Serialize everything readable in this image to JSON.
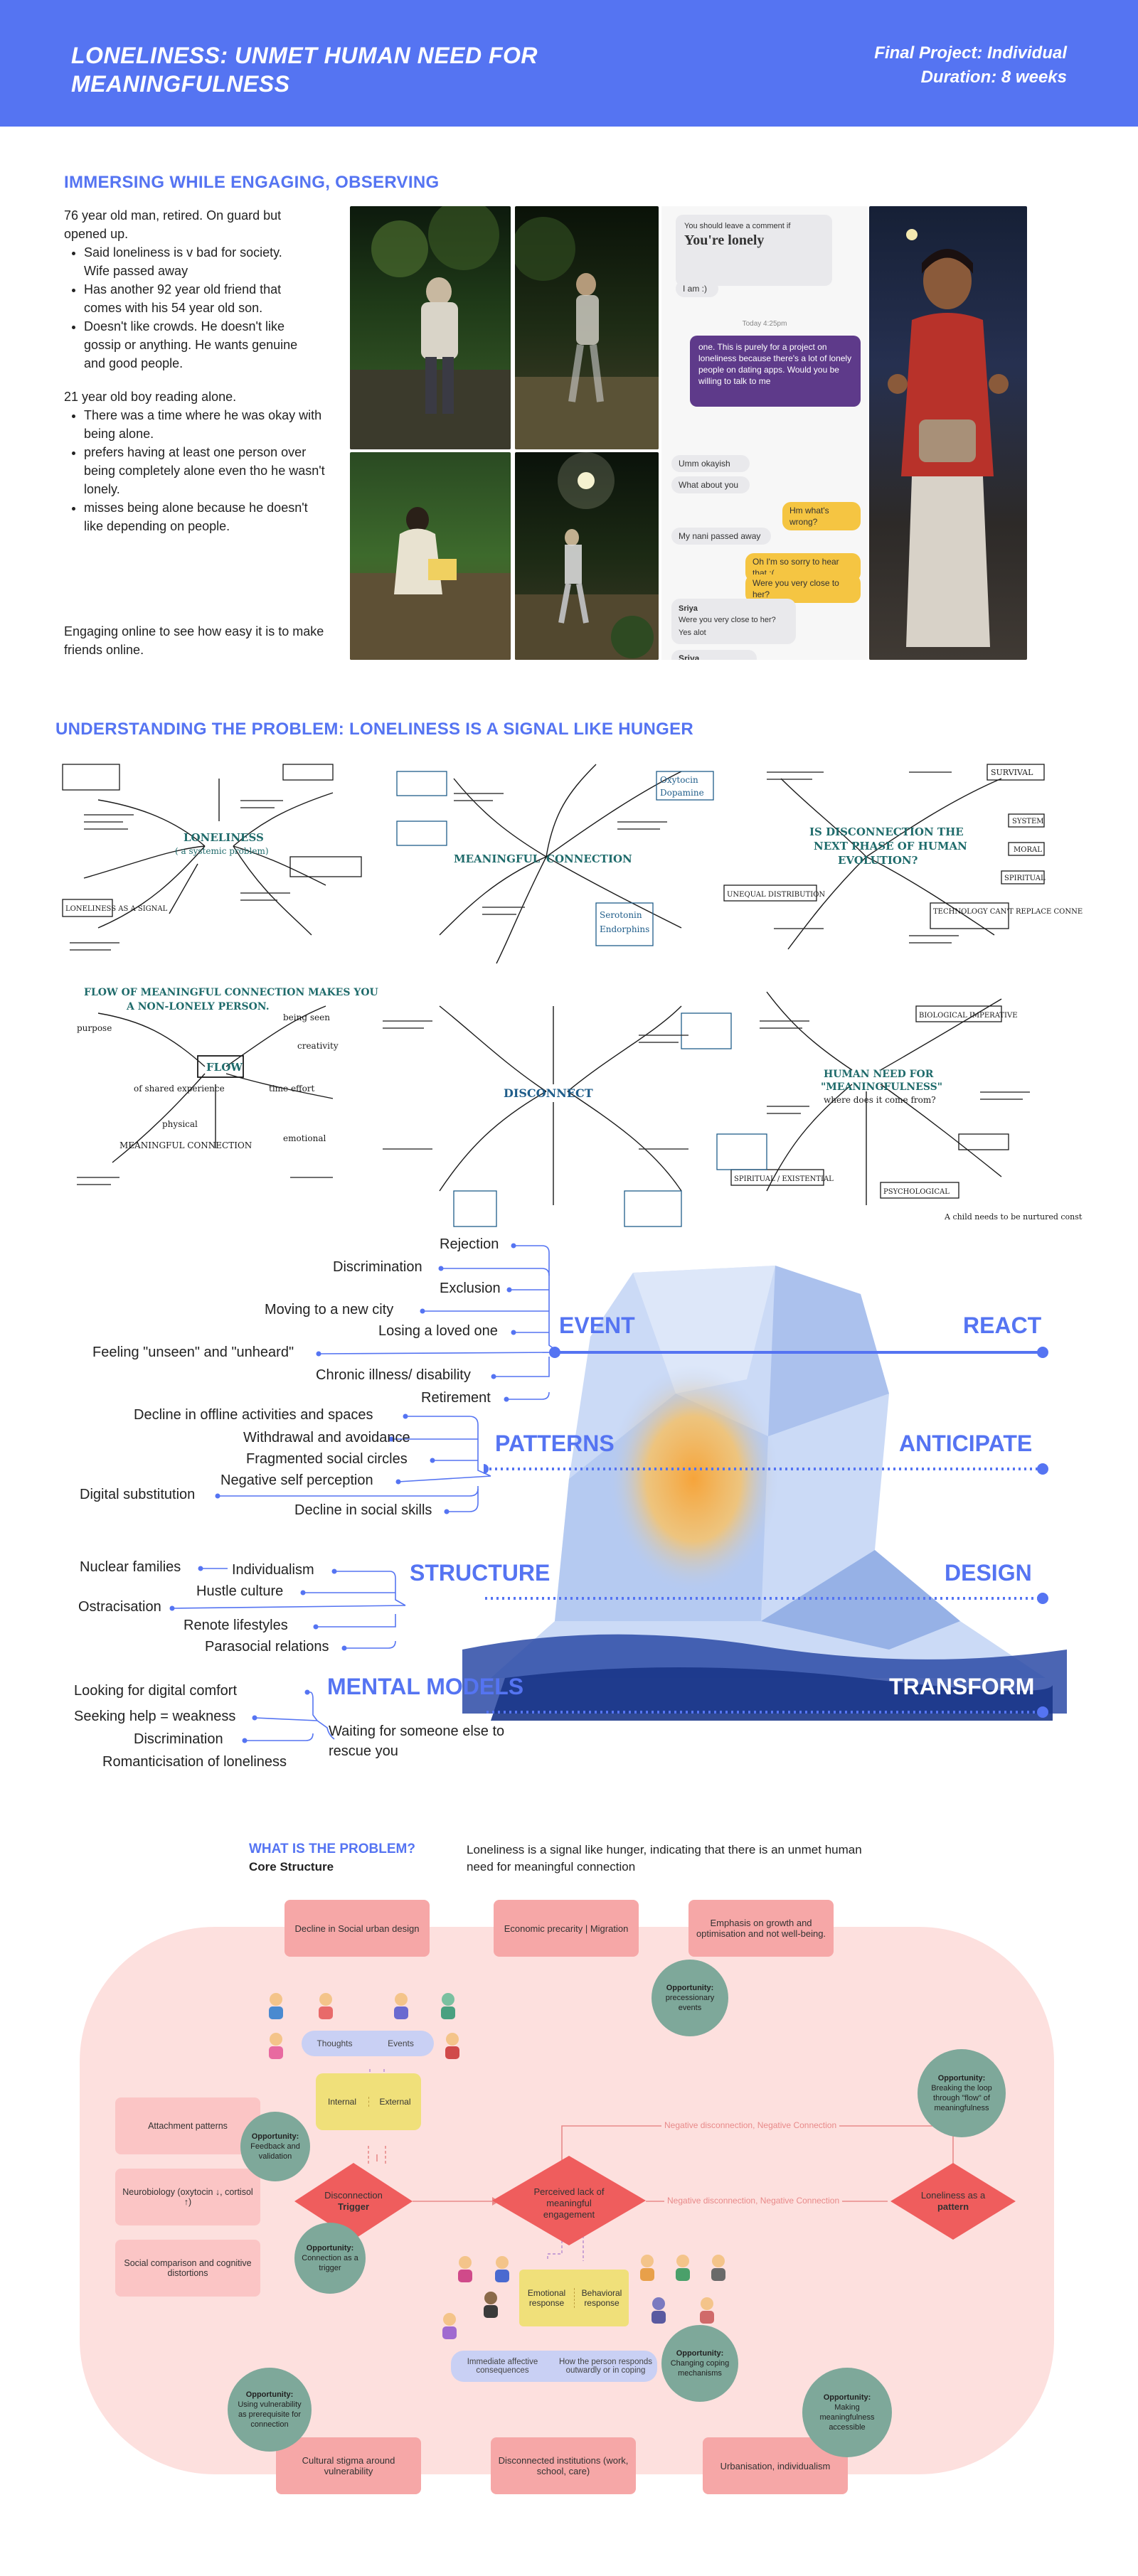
{
  "header": {
    "title": "LONELINESS: UNMET HUMAN NEED FOR MEANINGFULNESS",
    "meta_line1": "Final Project:  Individual",
    "meta_line2": "Duration: 8 weeks"
  },
  "section1": {
    "title": "IMMERSING WHILE ENGAGING, OBSERVING",
    "note1_intro": "76 year old man, retired. On guard but opened up.",
    "note1_bullets": [
      "Said loneliness is v bad for society. Wife passed away",
      "Has another 92 year old friend that comes with his 54 year old son.",
      "Doesn't like crowds. He doesn't like gossip or anything. He wants genuine and good people."
    ],
    "note2_intro": "21 year old boy reading alone.",
    "note2_bullets": [
      "There was a time where he was okay with being alone.",
      "prefers having at least one person over being completely alone even tho he wasn't lonely.",
      "misses being alone because he doesn't like depending on people."
    ],
    "note3": "Engaging online to see how easy it is to make friends online.",
    "chat": {
      "prompt_small": "You should leave a comment if",
      "prompt_big": "You're lonely",
      "reply1": "I am :)",
      "time": "Today 4:25pm",
      "purple": "one. This is purely for a project on loneliness because there's a lot of lonely people on dating apps. Would you be willing to talk to me",
      "m1": "Umm okayish",
      "m2": "What about you",
      "m3": "Hm what's wrong?",
      "m4": "My nani passed away",
      "m5": "Oh I'm so sorry to hear that :(",
      "m6": "Were you very close to her?",
      "m7_name": "Sriya",
      "m7": "Were you very close to her?",
      "m8": "Yes alot",
      "m9_name": "Sriya"
    }
  },
  "section2": {
    "title": "UNDERSTANDING THE PROBLEM: LONELINESS IS A SIGNAL LIKE HUNGER",
    "mm": {
      "loneliness": "LONELINESS",
      "loneliness_sub": "( a systemic problem)",
      "meaningful": "MEANINGFUL",
      "connection": "CONNECTION",
      "disconnection_q1": "IS DISCONNECTION THE",
      "disconnection_q2": "NEXT PHASE OF HUMAN",
      "disconnection_q3": "EVOLUTION?",
      "flow_heading1": "FLOW OF MEANINGFUL CONNECTION MAKES YOU",
      "flow_heading2": "A NON-LONELY PERSON.",
      "flow": "FLOW",
      "disconnect": "DISCONNECT",
      "human_need1": "HUMAN NEED FOR",
      "human_need2": "\"MEANINGFULNESS\"",
      "human_need3": "where does it come from?",
      "survival": "SURVIVAL",
      "system": "SYSTEM",
      "moral": "MORAL",
      "spiritual": "SPIRITUAL",
      "dopamine": "Dopamine",
      "oxytocin": "Oxytocin",
      "serotonin": "Serotonin",
      "endorphins": "Endorphins",
      "meaningful_connection": "MEANINGFUL CONNECTION",
      "purpose": "purpose",
      "being_seen": "being seen",
      "creativity": "creativity",
      "physical": "physical",
      "emotional": "emotional",
      "signal": "LONELINESS AS A SIGNAL",
      "unequal": "UNEQUAL DISTRIBUTION",
      "tech": "TECHNOLOGY CAN'T REPLACE CONNECTION",
      "bio": "BIOLOGICAL IMPERATIVE",
      "psych": "PSYCHOLOGICAL",
      "spiritual_ex": "SPIRITUAL / EXISTENTIAL",
      "a_child": "A child needs to be nurtured constantly to develop healthily",
      "flow_of_time": "time effort",
      "shared_exp": "of shared experience"
    }
  },
  "section3": {
    "levels": {
      "event": "EVENT",
      "react": "REACT",
      "patterns": "PATTERNS",
      "anticipate": "ANTICIPATE",
      "structure": "STRUCTURE",
      "design": "DESIGN",
      "mental": "MENTAL MODELS",
      "transform": "TRANSFORM"
    },
    "event_items": [
      "Rejection",
      "Discrimination",
      "Exclusion",
      "Moving to a new city",
      "Losing a loved one",
      "Feeling \"unseen\" and \"unheard\"",
      "Chronic illness/ disability",
      "Retirement"
    ],
    "pattern_items": [
      "Decline in offline activities and spaces",
      "Withdrawal and avoidance",
      "Fragmented social circles",
      "Negative self perception",
      "Digital substitution",
      "Decline in social skills"
    ],
    "structure_items": [
      "Nuclear families",
      "Individualism",
      "Hustle culture",
      "Ostracisation",
      "Renote lifestyles",
      "Parasocial relations"
    ],
    "mental_items": [
      "Looking for digital comfort",
      "Seeking help = weakness",
      "Discrimination",
      "Romanticisation of loneliness",
      "Waiting for someone else to rescue you"
    ]
  },
  "section4": {
    "title": "WHAT IS THE PROBLEM?",
    "subtitle": "Core Structure",
    "description": "Loneliness is a signal like hunger, indicating that there is an unmet human need for meaningful connection",
    "top_boxes": [
      "Decline in Social urban design",
      "Economic precarity | Migration",
      "Emphasis on growth and optimisation and not well-being."
    ],
    "bottom_boxes": [
      "Cultural stigma around vulnerability",
      "Disconnected institutions (work, school, care)",
      "Urbanisation, individualism"
    ],
    "side_boxes": [
      "Attachment patterns",
      "Neurobiology (oxytocin ↓, cortisol ↑)",
      "Social comparison and cognitive distortions"
    ],
    "thoughts": "Thoughts",
    "events": "Events",
    "internal": "Internal",
    "external": "External",
    "trigger_line1": "Disconnection",
    "trigger_line2": "Trigger",
    "perceived": "Perceived lack of meaningful engagement",
    "pattern_line1": "Loneliness as a",
    "pattern_line2": "pattern",
    "neg_top": "Negative disconnection, Negative Connection",
    "neg_mid": "Negative disconnection, Negative Connection",
    "emotional_resp": "Emotional response",
    "behavioral_resp": "Behavioral response",
    "immediate": "Immediate affective consequences",
    "how_person": "How the person responds outwardly or in coping",
    "opp_label": "Opportunity:",
    "opps": [
      "precessionary events",
      "Breaking the loop through \"flow\" of meaningfulness",
      "Feedback and validation",
      "Connection as a trigger",
      "Changing coping mechanisms",
      "Using vulnerability as prerequisite for connection",
      "Making meaningfulness accessible"
    ]
  },
  "colors": {
    "brand_blue": "#5574f2",
    "pink_bg": "#fde0de",
    "pink_box": "#f6a7a7",
    "red_diamond": "#ef5d5d",
    "opportunity_green": "#7ea89a",
    "yellow": "#f0e07a"
  }
}
